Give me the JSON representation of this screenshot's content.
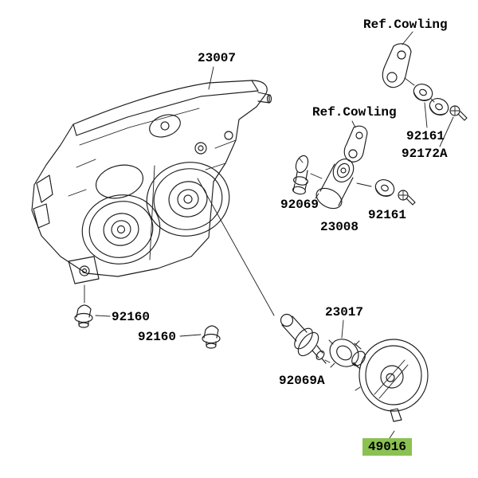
{
  "diagram": {
    "type": "exploded-parts-diagram",
    "subject": "headlight-assembly",
    "background_color": "#ffffff",
    "line_color": "#1c1c1c",
    "highlight_color": "#8bc152",
    "labels": {
      "ref_cowling_top": "Ref.Cowling",
      "ref_cowling_mid": "Ref.Cowling",
      "p23007": "23007",
      "p92161_top": "92161",
      "p92172a": "92172A",
      "p92069": "92069",
      "p23008": "23008",
      "p92161_mid": "92161",
      "p92160_a": "92160",
      "p92160_b": "92160",
      "p23017": "23017",
      "p92069a": "92069A",
      "p49016": "49016"
    }
  }
}
